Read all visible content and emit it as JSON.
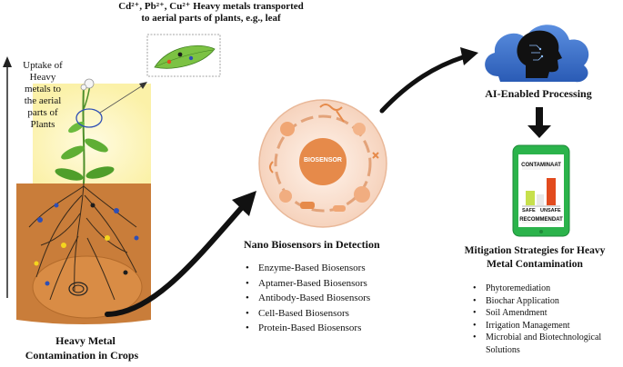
{
  "top_note": {
    "line1": "Cd²⁺, Pb²⁺, Cu²⁺ Heavy metals transported",
    "line2": "to aerial parts of plants, e.g., leaf"
  },
  "uptake": {
    "lines": [
      "Uptake of",
      "Heavy",
      "metals to",
      "the aerial",
      "parts of",
      "Plants"
    ]
  },
  "crops_caption": {
    "line1": "Heavy Metal",
    "line2": "Contamination in Crops"
  },
  "biosensor": {
    "center_label": "BIOSENSOR",
    "title": "Nano Biosensors in Detection",
    "items": [
      "Enzyme-Based Biosensors",
      "Aptamer-Based Biosensors",
      "Antibody-Based Biosensors",
      "Cell-Based Biosensors",
      "Protein-Based Biosensors"
    ]
  },
  "ai": {
    "title": "AI-Enabled Processing"
  },
  "phone": {
    "top_label": "CONTAMINAAT",
    "safe_label": "SAFE",
    "unsafe_label": "UNSAFE",
    "bottom_label": "RECOMMENDAT"
  },
  "mitigation": {
    "title_line1": "Mitigation Strategies for Heavy",
    "title_line2": "Metal Contamination",
    "items": [
      "Phytoremediation",
      "Biochar Application",
      "Soil Amendment",
      "Irrigation Management",
      "Microbial and Biotechnological"
    ],
    "item_continuation": "Solutions"
  },
  "colors": {
    "soil": "#c97d3a",
    "sky": "#fdf7c4",
    "leaf_green": "#7cc243",
    "orange": "#e68a4a",
    "phone_green": "#2bb34b",
    "cloud_blue": "#3b6fc2",
    "unsafe_red": "#e24b1e"
  }
}
